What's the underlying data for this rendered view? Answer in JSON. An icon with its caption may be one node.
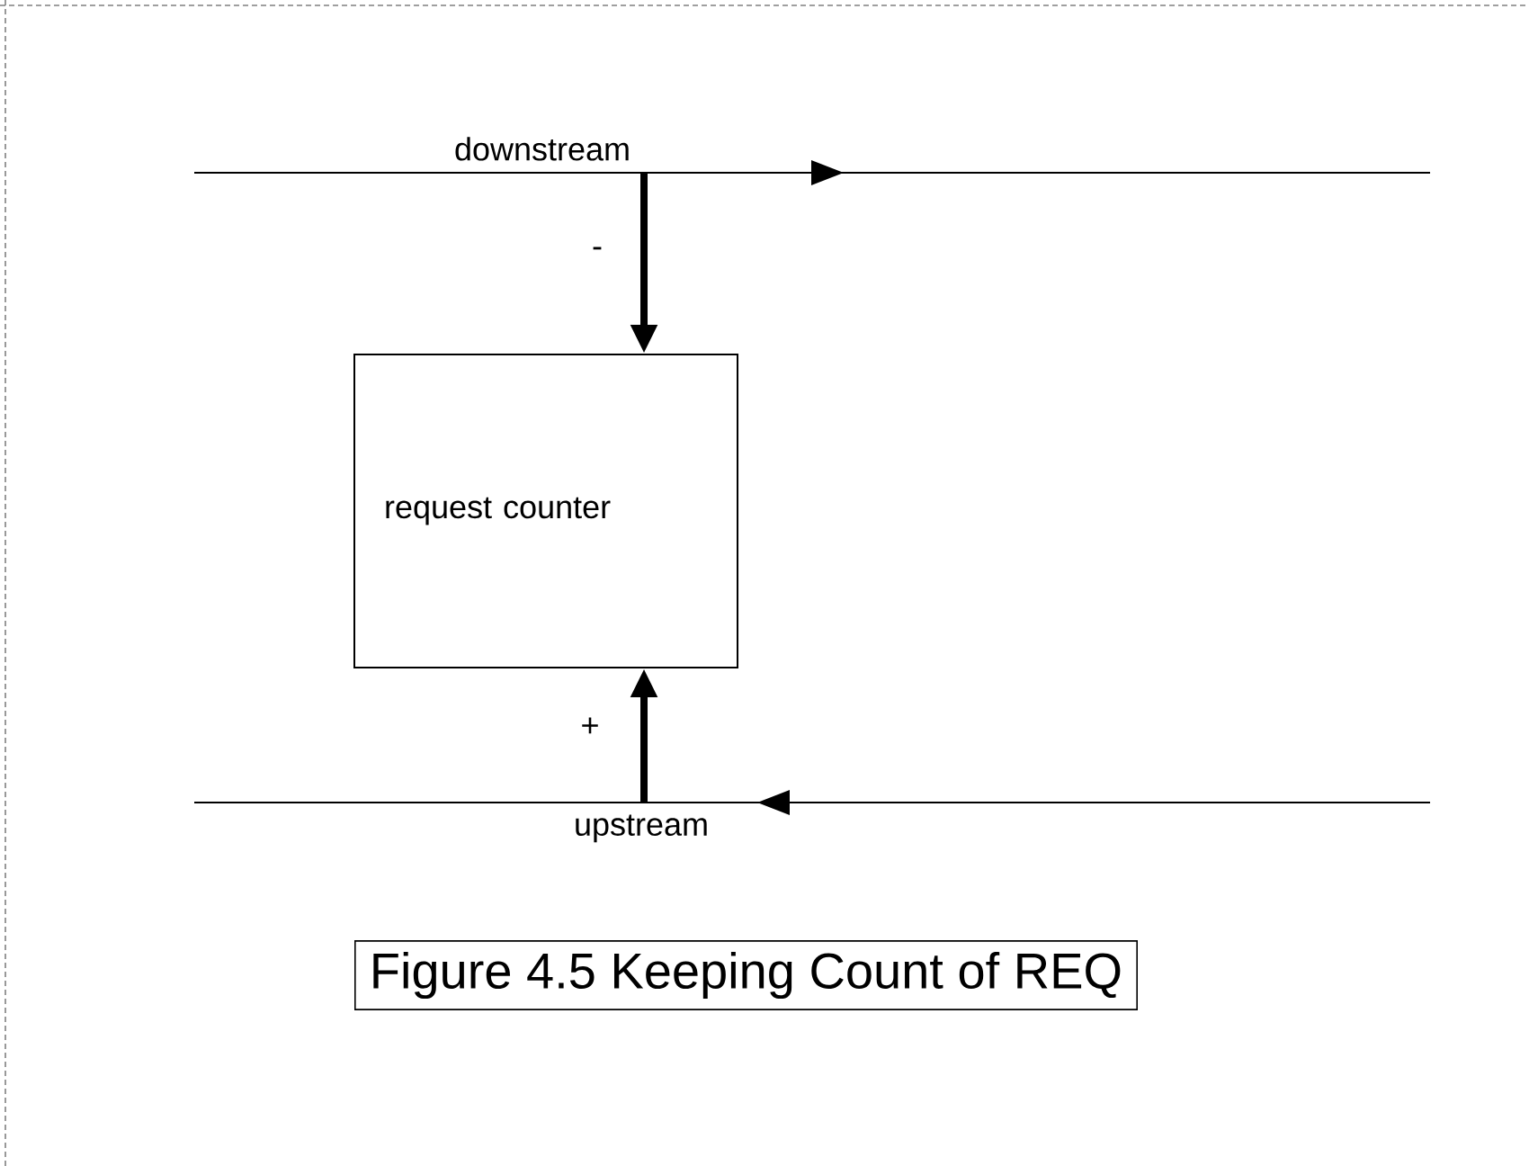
{
  "diagram": {
    "caption": "Figure 4.5 Keeping Count of REQ",
    "nodes": [
      {
        "text": [
          "downstream"
        ]
      },
      {
        "text": [
          "request counter"
        ]
      },
      {
        "text": [
          "upstream"
        ]
      }
    ],
    "edges": [
      {
        "from": 0,
        "to": 1,
        "arrow": "to",
        "label": "-"
      },
      {
        "from": 2,
        "to": 1,
        "arrow": "to",
        "label": "+"
      }
    ]
  }
}
